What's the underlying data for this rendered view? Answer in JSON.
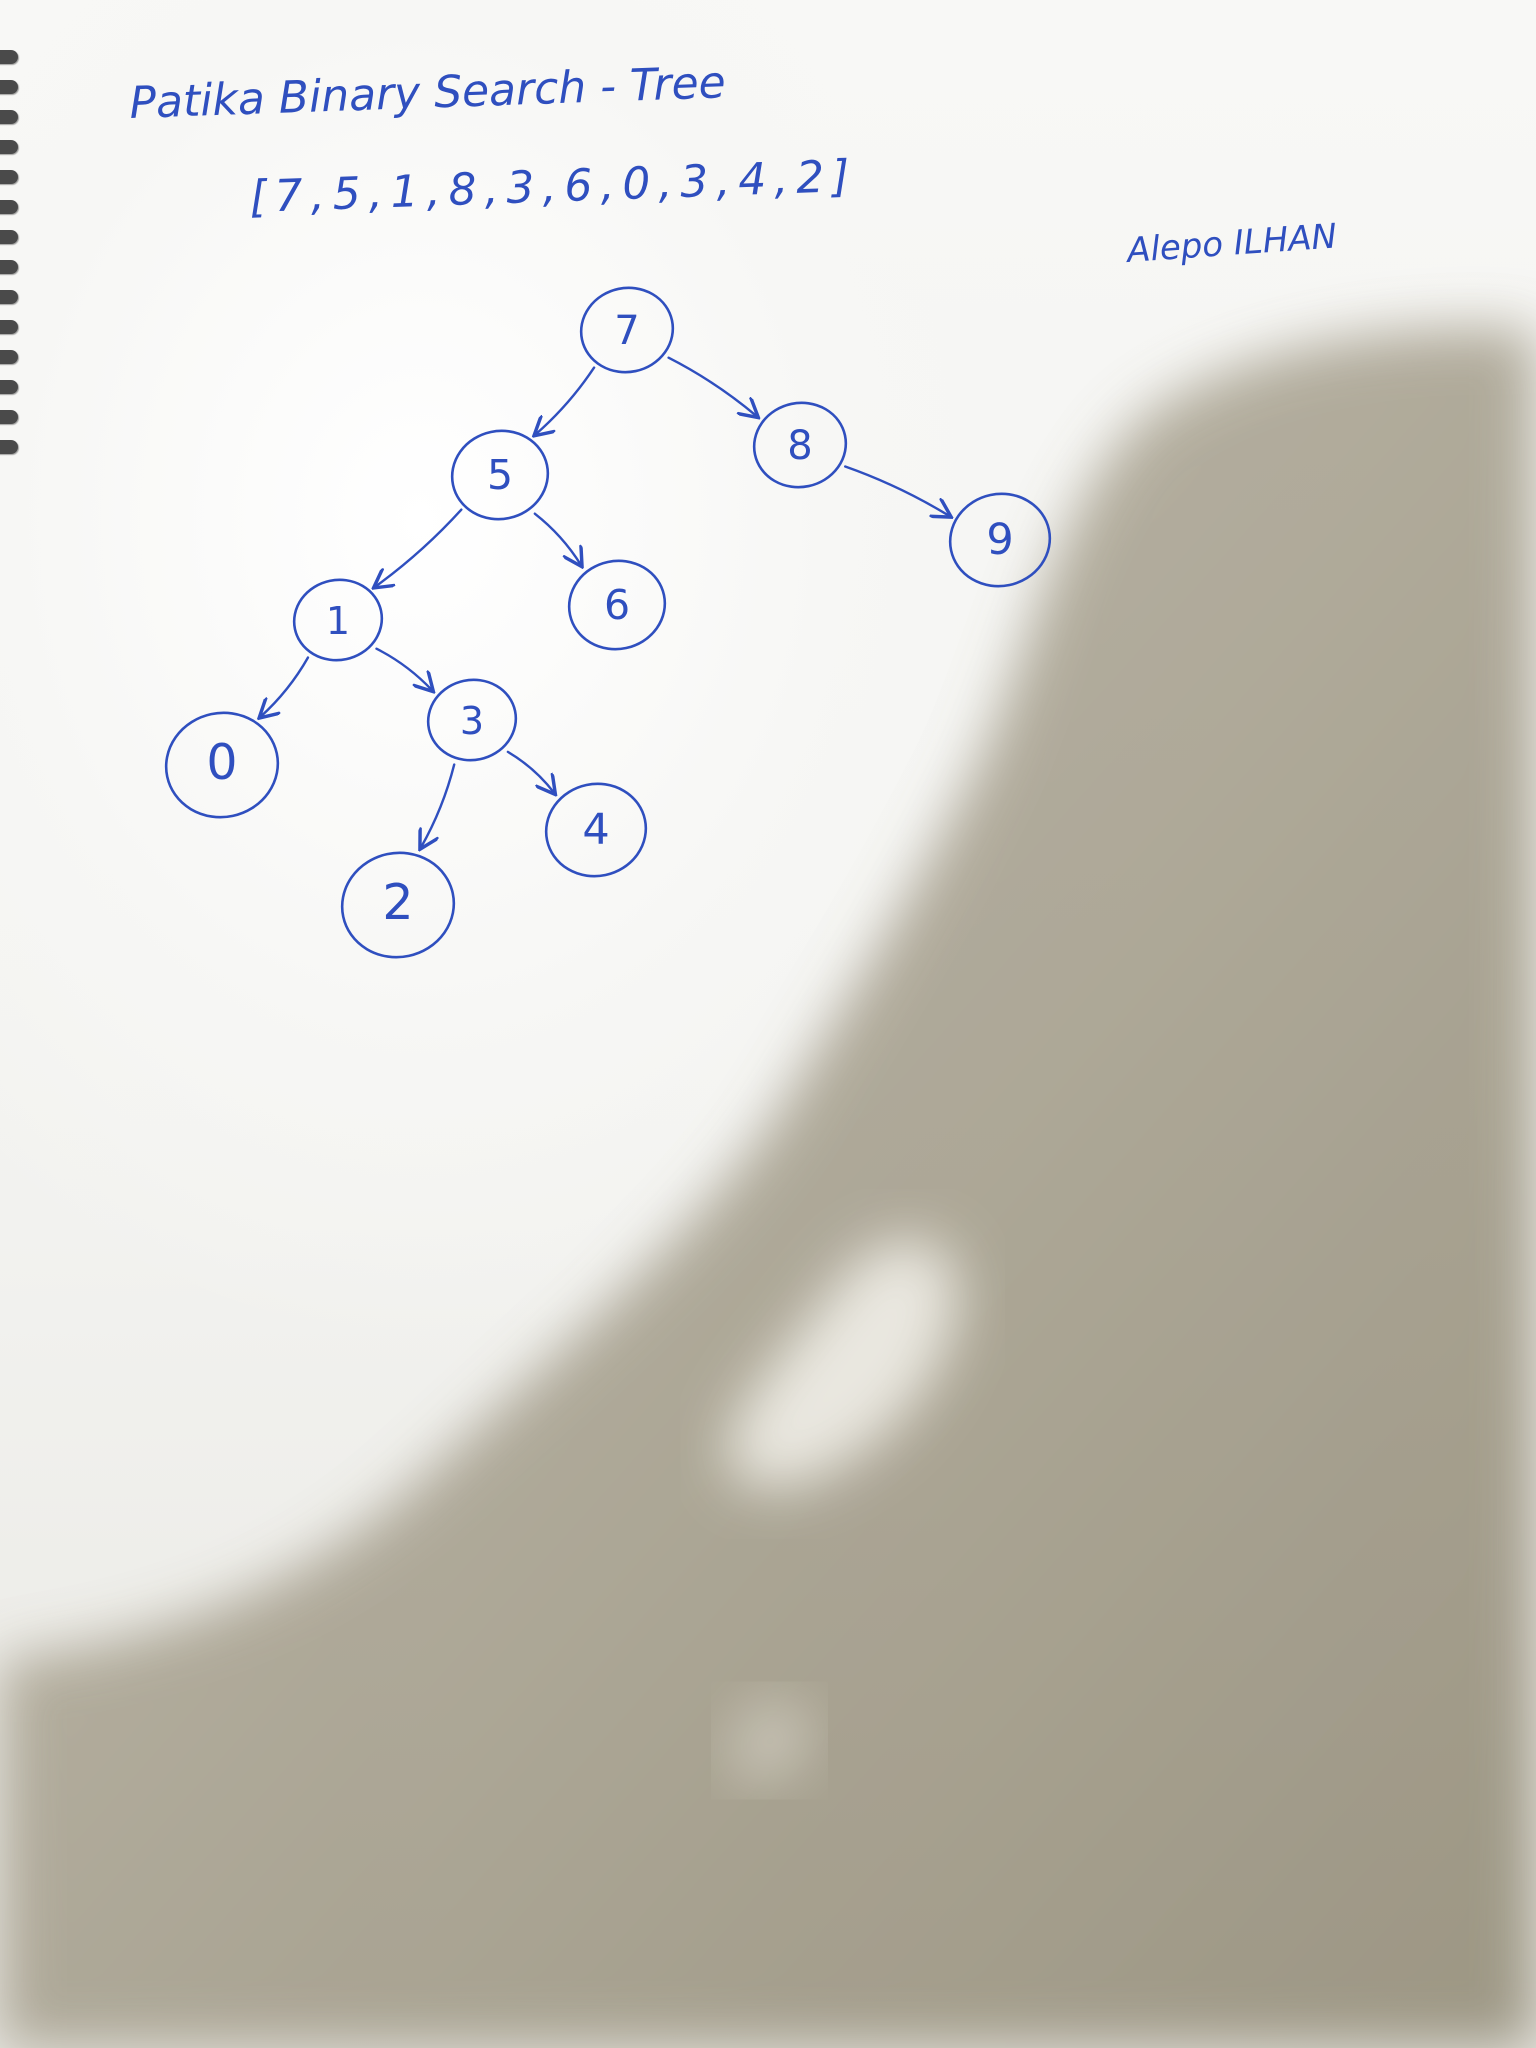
{
  "title": "Patika Binary Search - Tree",
  "input_array": "[7,5,1,8,3,6,0,3,4,2]",
  "author": "Alepo ILHAN",
  "ink_color": "#2f4fbf",
  "tree": {
    "nodes": [
      {
        "id": "n7",
        "label": "7"
      },
      {
        "id": "n5",
        "label": "5"
      },
      {
        "id": "n8",
        "label": "8"
      },
      {
        "id": "n9",
        "label": "9"
      },
      {
        "id": "n1",
        "label": "1"
      },
      {
        "id": "n6",
        "label": "6"
      },
      {
        "id": "n0",
        "label": "0"
      },
      {
        "id": "n3",
        "label": "3"
      },
      {
        "id": "n2",
        "label": "2"
      },
      {
        "id": "n4",
        "label": "4"
      }
    ],
    "edges": [
      {
        "from": "n7",
        "to": "n5"
      },
      {
        "from": "n7",
        "to": "n8"
      },
      {
        "from": "n8",
        "to": "n9"
      },
      {
        "from": "n5",
        "to": "n1"
      },
      {
        "from": "n5",
        "to": "n6"
      },
      {
        "from": "n1",
        "to": "n0"
      },
      {
        "from": "n1",
        "to": "n3"
      },
      {
        "from": "n3",
        "to": "n2"
      },
      {
        "from": "n3",
        "to": "n4"
      }
    ]
  }
}
